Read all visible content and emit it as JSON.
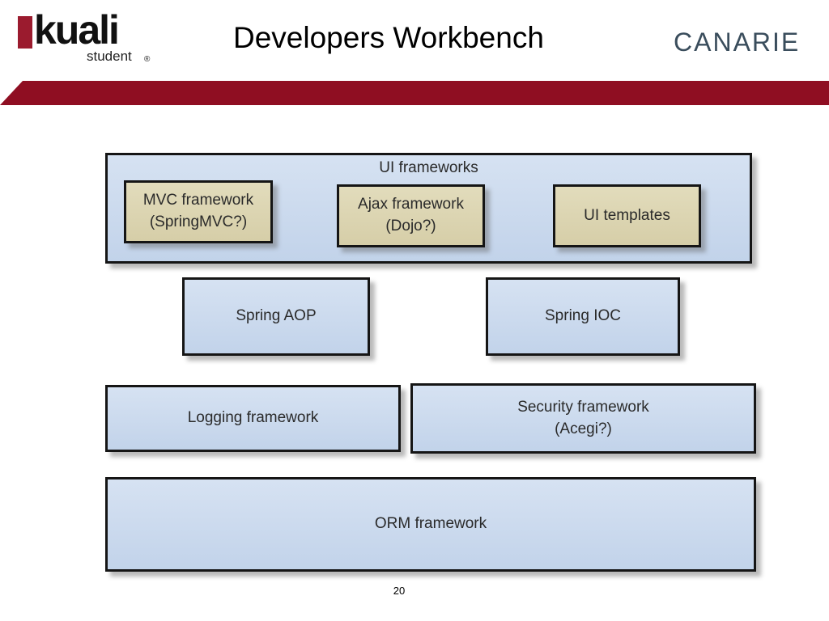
{
  "header": {
    "logo_left": {
      "brand": "kuali",
      "sub": "student",
      "reg_mark": "®",
      "accent_color": "#9b1b2e"
    },
    "title": "Developers Workbench",
    "logo_right": {
      "brand": "CANARIE",
      "color": "#3a4d5c"
    },
    "banner_color": "#8f0e22"
  },
  "diagram": {
    "ui_frameworks": {
      "label": "UI frameworks",
      "children": {
        "mvc": "MVC framework\n(SpringMVC?)",
        "ajax": "Ajax framework\n(Dojo?)",
        "templates": "UI templates"
      }
    },
    "spring_aop": "Spring AOP",
    "spring_ioc": "Spring IOC",
    "logging": "Logging framework",
    "security": "Security framework\n(Acegi?)",
    "orm": "ORM framework"
  },
  "footer": {
    "page_number": "20"
  },
  "colors": {
    "box_blue": "#c9d8ee",
    "box_tan": "#dcd4b2",
    "border": "#151515"
  }
}
